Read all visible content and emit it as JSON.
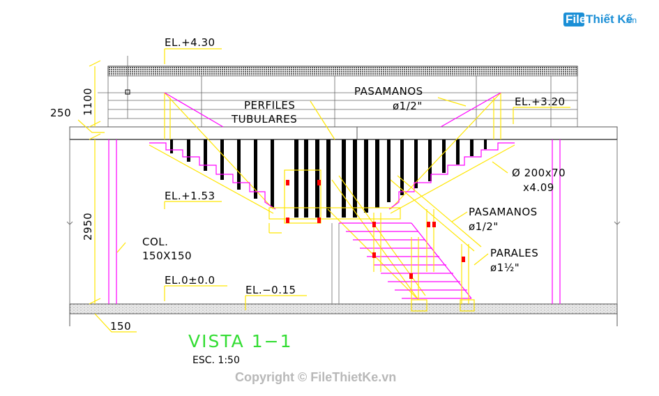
{
  "logo": {
    "icon": "file-badge-icon",
    "badge_text": "File",
    "brand_text": "Thiết Kế",
    "suffix": ".vn"
  },
  "elevations": {
    "top": "EL.+4.30",
    "landing": "EL.+3.20",
    "mid": "EL.+1.53",
    "floor": "EL.0±0.0",
    "below": "EL.−0.15"
  },
  "dimensions": {
    "d1100": "1100",
    "d250": "250",
    "d2950": "2950",
    "d150": "150"
  },
  "annotations": {
    "pasamanos_top_1": "PASAMANOS",
    "pasamanos_top_2": "ø1/2\"",
    "perfiles_1": "PERFILES",
    "perfiles_2": "TUBULARES",
    "beam_1": "Ø 200x70",
    "beam_2": "x4.09",
    "pasamanos_right_1": "PASAMANOS",
    "pasamanos_right_2": "ø1/2\"",
    "parales_1": "PARALES",
    "parales_2": "ø1½\"",
    "col_1": "COL.",
    "col_2": "150X150"
  },
  "title": {
    "main": "VISTA  1−1",
    "scale": "ESC.  1:50"
  },
  "watermark": "Copyright © FileThietKe.vn",
  "colors": {
    "magenta": "#ff00ff",
    "yellow": "#ffe600",
    "red": "#ff0000",
    "title_green": "#33dd33",
    "logo_blue": "#1b8fd6"
  }
}
